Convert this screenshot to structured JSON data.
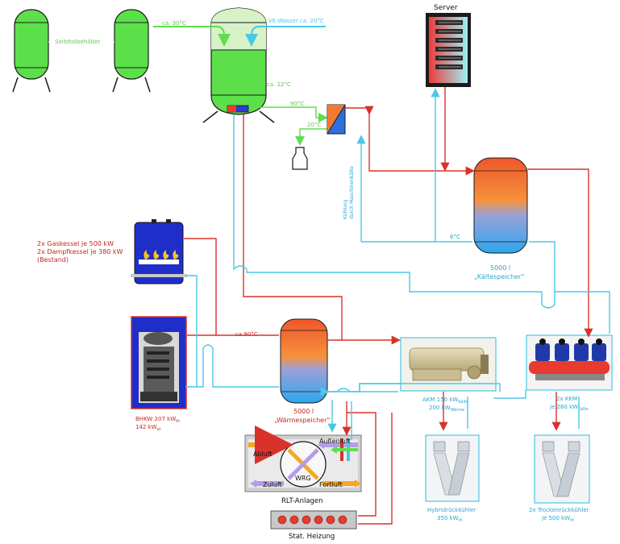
{
  "labels": {
    "sorbitol": "Sorbitolbehälter",
    "ca30": "ca. 30°C",
    "vewasser": "VE-Wasser ca. 20°C",
    "ca22": "ca. 22°C",
    "t90": "90°C",
    "t20": "20°C",
    "server": "Server",
    "kuehlung1": "Kühlung",
    "kuehlung2": "durch Maschinenkälte",
    "t6": "6°C",
    "kaelte_vol": "5000 l",
    "kaelte_name": "„Kältespeicher“",
    "kessel1": "2x Gaskessel je 500 kW",
    "kessel2": "2x Dampfkessel je 380 kW",
    "kessel3": "(Bestand)",
    "ca90": "ca.90°C",
    "waerme_vol": "5000 l",
    "waerme_name": "„Wärmespeicher“",
    "bhkw1": "BHKW 207 kW",
    "bhkw1_sub": "th",
    "bhkw2": "142 kW",
    "bhkw2_sub": "el",
    "akm1": "AKM 150 kW",
    "akm1_sub": "Kälte",
    "akm2": "200 kW",
    "akm2_sub": "Wärme",
    "kkm1": "2x KKM",
    "kkm2": "je 280 kW",
    "kkm2_sub": "Kälte",
    "hybrid1": "Hybridrückkühler",
    "hybrid2": "350 kW",
    "hybrid2_sub": "th",
    "trocken1": "2x Trockenrückkühler",
    "trocken2": "je 500 kW",
    "trocken2_sub": "th",
    "abluft": "Abluft",
    "aussenluft": "Außenluft",
    "zuluft": "Zuluft",
    "fortluft": "Fortluft",
    "wrg": "WRG",
    "rlt": "RLT-Anlagen",
    "heizung": "Stat. Heizung"
  },
  "colors": {
    "red": "#d8322a",
    "cyan": "#4ac8e8",
    "green": "#5fdd50",
    "blue": "#1f2ec8",
    "orange": "#f5a623",
    "purple": "#b59ce8",
    "text_red": "#c2271c",
    "text_cyan": "#2aa5cf"
  }
}
